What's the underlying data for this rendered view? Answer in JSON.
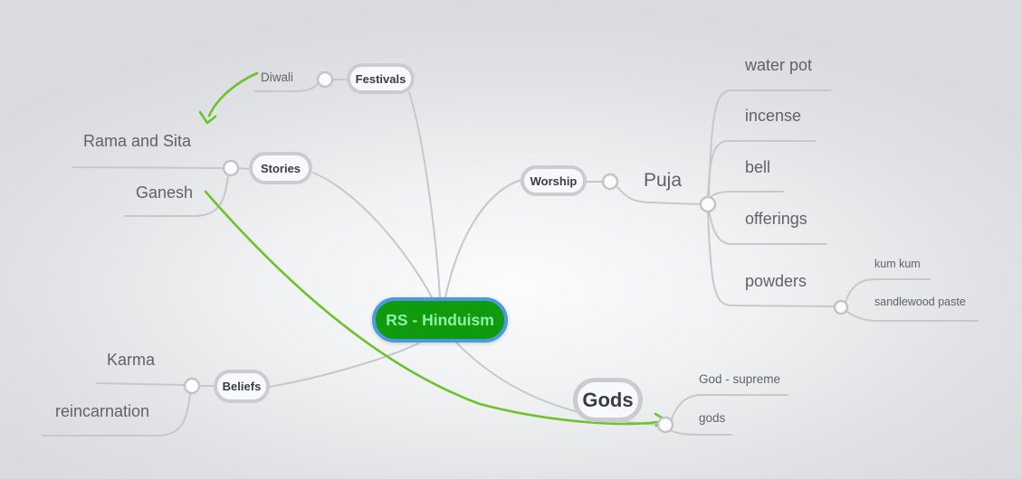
{
  "title": "RS - Hinduism mind map",
  "nodes": {
    "root": {
      "label": "RS - Hinduism",
      "children": [
        "festivals",
        "stories",
        "worship",
        "beliefs",
        "gods"
      ]
    },
    "festivals": {
      "label": "Festivals",
      "children": [
        "diwali"
      ]
    },
    "diwali": {
      "label": "Diwali",
      "children": []
    },
    "stories": {
      "label": "Stories",
      "children": [
        "rama_and_sita",
        "ganesh"
      ]
    },
    "rama_and_sita": {
      "label": "Rama and Sita",
      "children": []
    },
    "ganesh": {
      "label": "Ganesh",
      "children": []
    },
    "worship": {
      "label": "Worship",
      "children": [
        "puja"
      ]
    },
    "puja": {
      "label": "Puja",
      "children": [
        "water_pot",
        "incense",
        "bell",
        "offerings",
        "powders"
      ]
    },
    "water_pot": {
      "label": "water pot",
      "children": []
    },
    "incense": {
      "label": "incense",
      "children": []
    },
    "bell": {
      "label": "bell",
      "children": []
    },
    "offerings": {
      "label": "offerings",
      "children": []
    },
    "powders": {
      "label": "powders",
      "children": [
        "kum_kum",
        "sandlewood_paste"
      ]
    },
    "kum_kum": {
      "label": "kum kum",
      "children": []
    },
    "sandlewood_paste": {
      "label": "sandlewood paste",
      "children": []
    },
    "beliefs": {
      "label": "Beliefs",
      "children": [
        "karma",
        "reincarnation"
      ]
    },
    "karma": {
      "label": "Karma",
      "children": []
    },
    "reincarnation": {
      "label": "reincarnation",
      "children": []
    },
    "gods": {
      "label": "Gods",
      "children": [
        "god_supreme",
        "gods_plural"
      ]
    },
    "god_supreme": {
      "label": "God - supreme",
      "children": []
    },
    "gods_plural": {
      "label": "gods",
      "children": []
    }
  },
  "cross_links": [
    {
      "from": "diwali",
      "to": "rama_and_sita",
      "type": "green-arrow"
    },
    {
      "from": "ganesh",
      "to": "gods_plural",
      "type": "green-arrow"
    }
  ],
  "colors": {
    "accent_green": "#6cc32d",
    "root_fill": "#0f9b0d",
    "root_border": "#4a9ade",
    "root_text": "#8ff0a4",
    "connector_gray": "#c6c8ca",
    "pill_text": "#3a3d40",
    "label_text": "#5f6368"
  }
}
